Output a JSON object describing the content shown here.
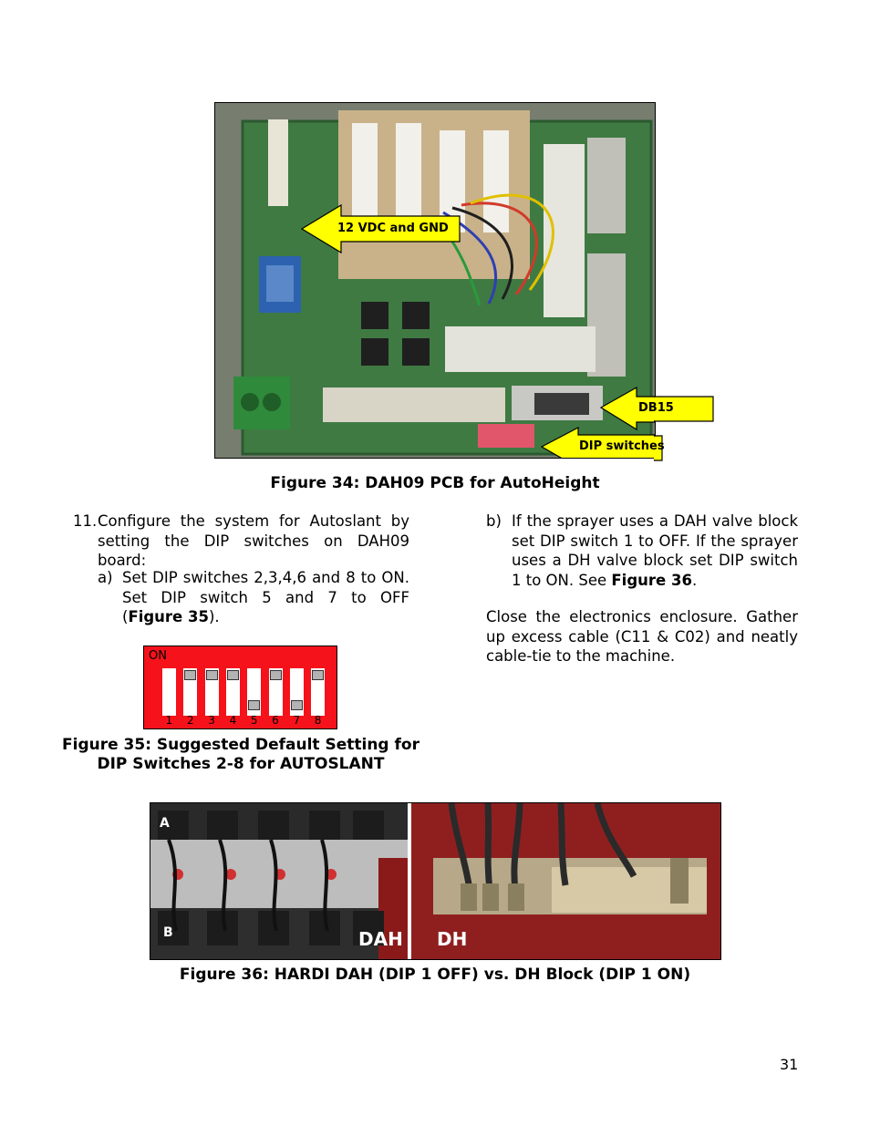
{
  "figure34": {
    "caption": "Figure 34: DAH09 PCB for AutoHeight",
    "labels": {
      "power": "12 VDC and GND",
      "db15": "DB15",
      "dip": "DIP switches"
    }
  },
  "step11": {
    "number": "11.",
    "text": "Configure the system for Autoslant by setting the DIP switches on DAH09 board:",
    "a_marker": "a)",
    "a_text_1": "Set DIP switches 2,3,4,6 and 8 to ON. Set DIP switch 5 and 7 to OFF (",
    "a_ref": "Figure 35",
    "a_text_2": ").",
    "b_marker": "b)",
    "b_text_1": "If the sprayer uses a DAH valve block set DIP switch 1 to OFF.  If the sprayer uses a DH valve block set DIP switch 1 to ON.  See ",
    "b_ref": "Figure 36",
    "b_text_2": "."
  },
  "closing_text": "Close the electronics enclosure.  Gather up excess cable (C11 & C02) and neatly cable-tie to the machine.",
  "figure35": {
    "caption_line1": "Figure 35: Suggested Default Setting for",
    "caption_line2": "DIP Switches 2-8 for AUTOSLANT",
    "on_label": "ON",
    "switches": [
      {
        "num": "1",
        "state": "blank"
      },
      {
        "num": "2",
        "state": "on"
      },
      {
        "num": "3",
        "state": "on"
      },
      {
        "num": "4",
        "state": "on"
      },
      {
        "num": "5",
        "state": "off"
      },
      {
        "num": "6",
        "state": "on"
      },
      {
        "num": "7",
        "state": "off"
      },
      {
        "num": "8",
        "state": "on"
      }
    ]
  },
  "figure36": {
    "caption": "Figure 36: HARDI DAH (DIP 1 OFF) vs. DH Block (DIP 1 ON)",
    "dah_label": "DAH",
    "dh_label": "DH",
    "a_label": "A",
    "b_label": "B"
  },
  "page_number": "31",
  "colors": {
    "arrow_yellow": "#ffff00",
    "dip_red": "#f5121b",
    "pcb_green": "#3f7a43"
  }
}
